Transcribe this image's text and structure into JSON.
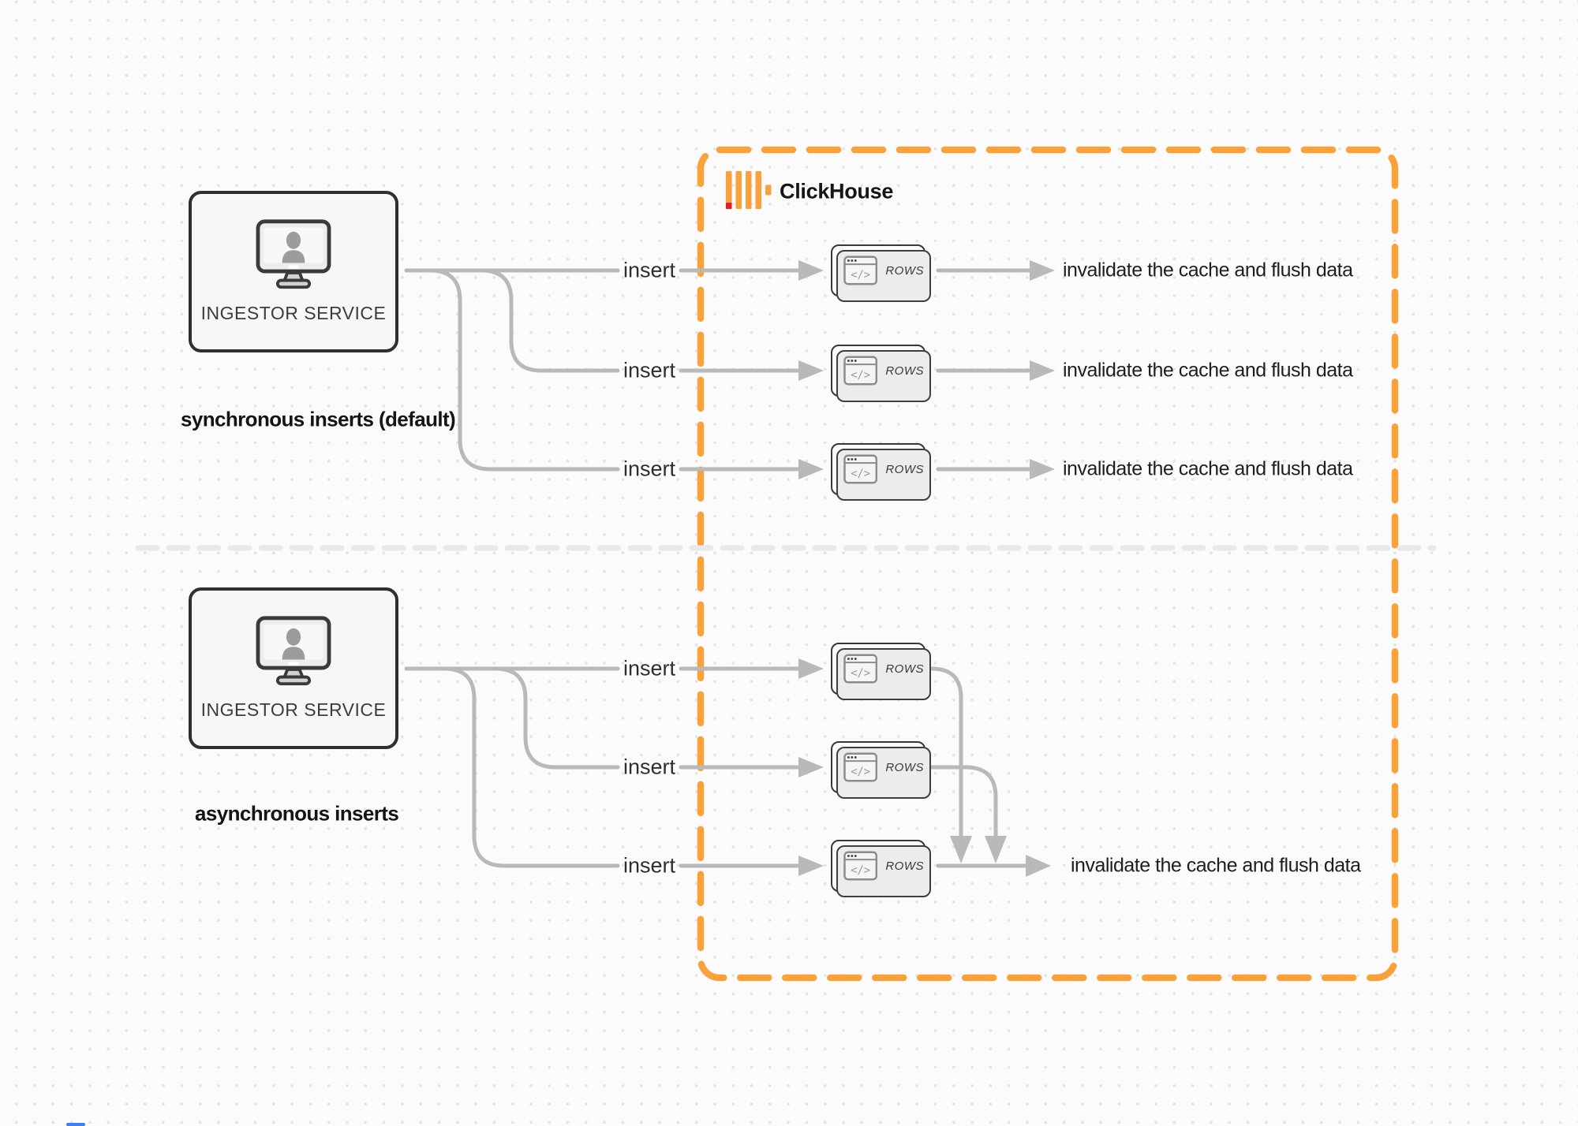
{
  "diagram": {
    "clickhouse": {
      "label": "ClickHouse"
    },
    "sync": {
      "service_label": "INGESTOR SERVICE",
      "caption": "synchronous inserts (default)",
      "rows": [
        {
          "insert_label": "insert",
          "card_label": "ROWS",
          "result_label": "invalidate the cache and flush data"
        },
        {
          "insert_label": "insert",
          "card_label": "ROWS",
          "result_label": "invalidate the cache and flush data"
        },
        {
          "insert_label": "insert",
          "card_label": "ROWS",
          "result_label": "invalidate the cache and flush data"
        }
      ]
    },
    "async": {
      "service_label": "INGESTOR SERVICE",
      "caption": "asynchronous inserts",
      "rows": [
        {
          "insert_label": "insert",
          "card_label": "ROWS"
        },
        {
          "insert_label": "insert",
          "card_label": "ROWS"
        },
        {
          "insert_label": "insert",
          "card_label": "ROWS"
        }
      ],
      "result_label": "invalidate the cache and flush data"
    },
    "colors": {
      "accent_orange": "#F9A23C",
      "logo_red": "#E01E25",
      "connector_gray": "#B9B9B9",
      "divider_gray": "#E9E9EB"
    }
  }
}
